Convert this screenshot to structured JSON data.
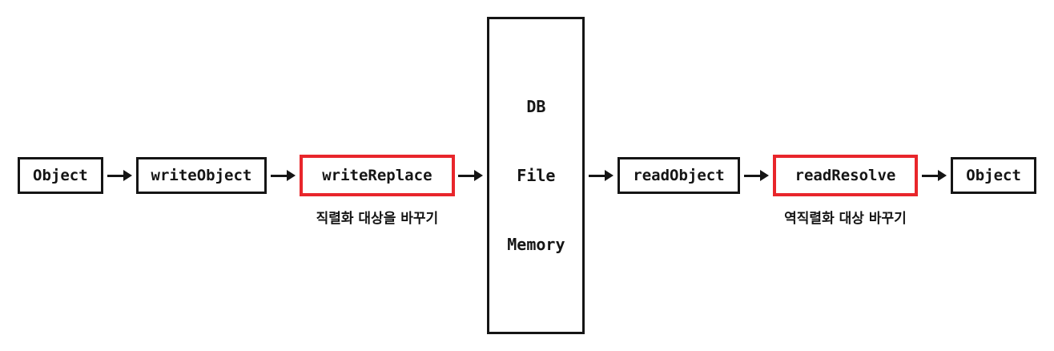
{
  "diagram": {
    "title_hint": "Java serialization / deserialization flow",
    "colors": {
      "line": "#151515",
      "highlight": "#e8262b",
      "background": "#ffffff"
    },
    "nodes": {
      "start_object": "Object",
      "write_object": "writeObject",
      "write_replace": "writeReplace",
      "read_object": "readObject",
      "read_resolve": "readResolve",
      "end_object": "Object"
    },
    "storage": {
      "items": [
        "DB",
        "File",
        "Memory"
      ]
    },
    "notes": {
      "serialize": "직렬화 대상을 바꾸기",
      "deserialize": "역직렬화 대상 바꾸기"
    }
  }
}
